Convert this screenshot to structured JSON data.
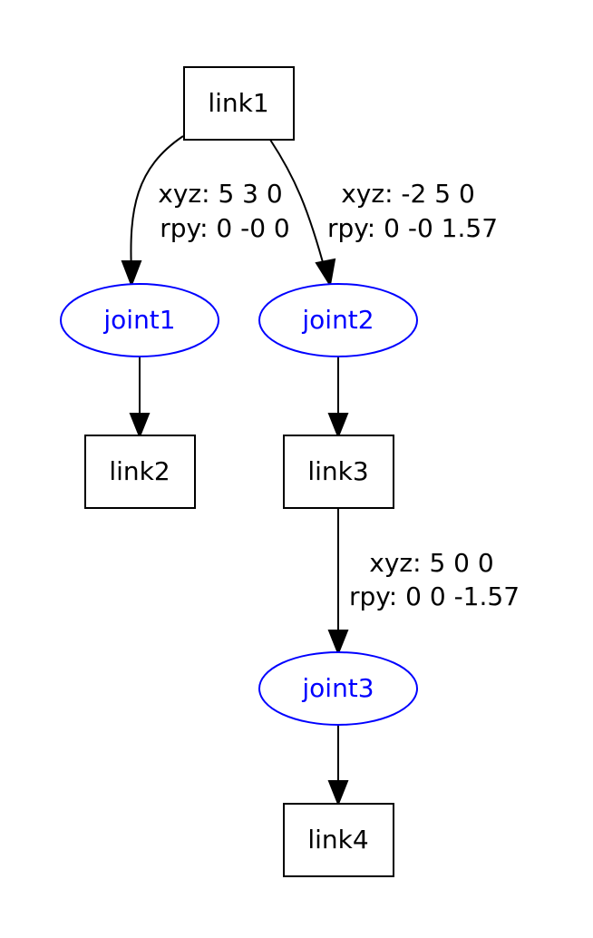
{
  "colors": {
    "link_stroke": "#000000",
    "link_text": "#000000",
    "joint_stroke": "#0000ff",
    "joint_text": "#0000ff",
    "edge": "#000000",
    "background": "#ffffff"
  },
  "links": {
    "link1": "link1",
    "link2": "link2",
    "link3": "link3",
    "link4": "link4"
  },
  "joints": {
    "joint1": "joint1",
    "joint2": "joint2",
    "joint3": "joint3"
  },
  "edge_labels": {
    "joint1": {
      "xyz": "xyz: 5 3 0",
      "rpy": "rpy: 0 -0 0"
    },
    "joint2": {
      "xyz": "xyz: -2 5 0",
      "rpy": "rpy: 0 -0 1.57"
    },
    "joint3": {
      "xyz": "xyz: 5 0 0",
      "rpy": "rpy: 0 0 -1.57"
    }
  }
}
